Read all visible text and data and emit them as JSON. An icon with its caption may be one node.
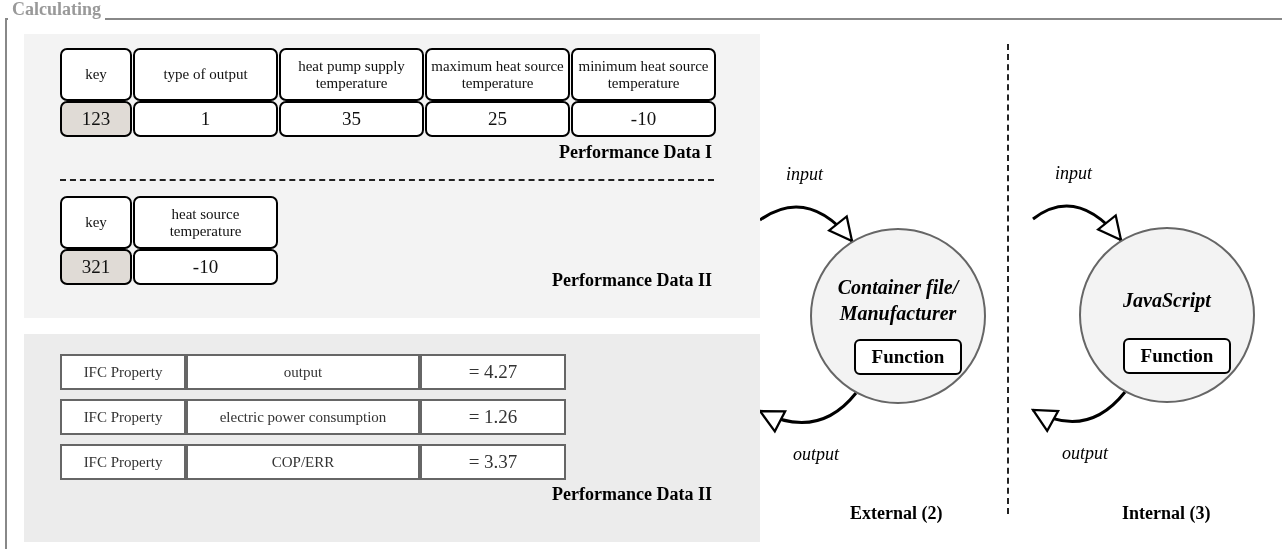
{
  "diagram": {
    "title": "Calculating",
    "nodes": [
      {
        "text": [
          "Performance Data I",
          "Performance Data II"
        ]
      },
      {
        "text": [
          "key"
        ],
        "in": 0
      },
      {
        "text": [
          "type of output"
        ],
        "in": 0
      },
      {
        "text": [
          "heat pump supply temperature"
        ],
        "in": 0
      },
      {
        "text": [
          "maximum heat source temperature"
        ],
        "in": 0
      },
      {
        "text": [
          "minimum heat source temperature"
        ],
        "in": 0
      },
      {
        "text": [
          "123"
        ],
        "in": 0
      },
      {
        "text": [
          "1"
        ],
        "in": 0
      },
      {
        "text": [
          "35"
        ],
        "in": 0
      },
      {
        "text": [
          "25"
        ],
        "in": 0
      },
      {
        "text": [
          "-10"
        ],
        "in": 0
      },
      {
        "text": [
          "key"
        ],
        "in": 0
      },
      {
        "text": [
          "heat source temperature"
        ],
        "in": 0
      },
      {
        "text": [
          "321"
        ],
        "in": 0
      },
      {
        "text": [
          "-10"
        ],
        "in": 0
      },
      {
        "text": [
          "Performance Data II"
        ]
      },
      {
        "text": [
          "IFC Property"
        ],
        "in": 15
      },
      {
        "text": [
          "output"
        ],
        "in": 15
      },
      {
        "text": [
          "= 4.27"
        ],
        "in": 15
      },
      {
        "text": [
          "IFC Property"
        ],
        "in": 15
      },
      {
        "text": [
          "electric power consumption"
        ],
        "in": 15
      },
      {
        "text": [
          "= 1.26"
        ],
        "in": 15
      },
      {
        "text": [
          "IFC Property"
        ],
        "in": 15
      },
      {
        "text": [
          "COP/ERR"
        ],
        "in": 15
      },
      {
        "text": [
          "= 3.37"
        ],
        "in": 15
      },
      {
        "text": [
          "Container file/ Manufacturer"
        ]
      },
      {
        "text": [
          "Function"
        ],
        "in": 25
      },
      {
        "text": [
          "JavaScript"
        ]
      },
      {
        "text": [
          "Function"
        ],
        "in": 27
      }
    ],
    "edges": [
      {
        "from": 0,
        "to": 25,
        "arrow": "to",
        "label": "input"
      },
      {
        "from": 25,
        "to": 15,
        "arrow": "to",
        "label": "output"
      },
      {
        "from": null,
        "to": 27,
        "arrow": "to",
        "label": "input"
      },
      {
        "from": 27,
        "to": null,
        "arrow": "to",
        "label": "output"
      }
    ],
    "labels": [
      "External (2)",
      "Internal (3)"
    ]
  }
}
